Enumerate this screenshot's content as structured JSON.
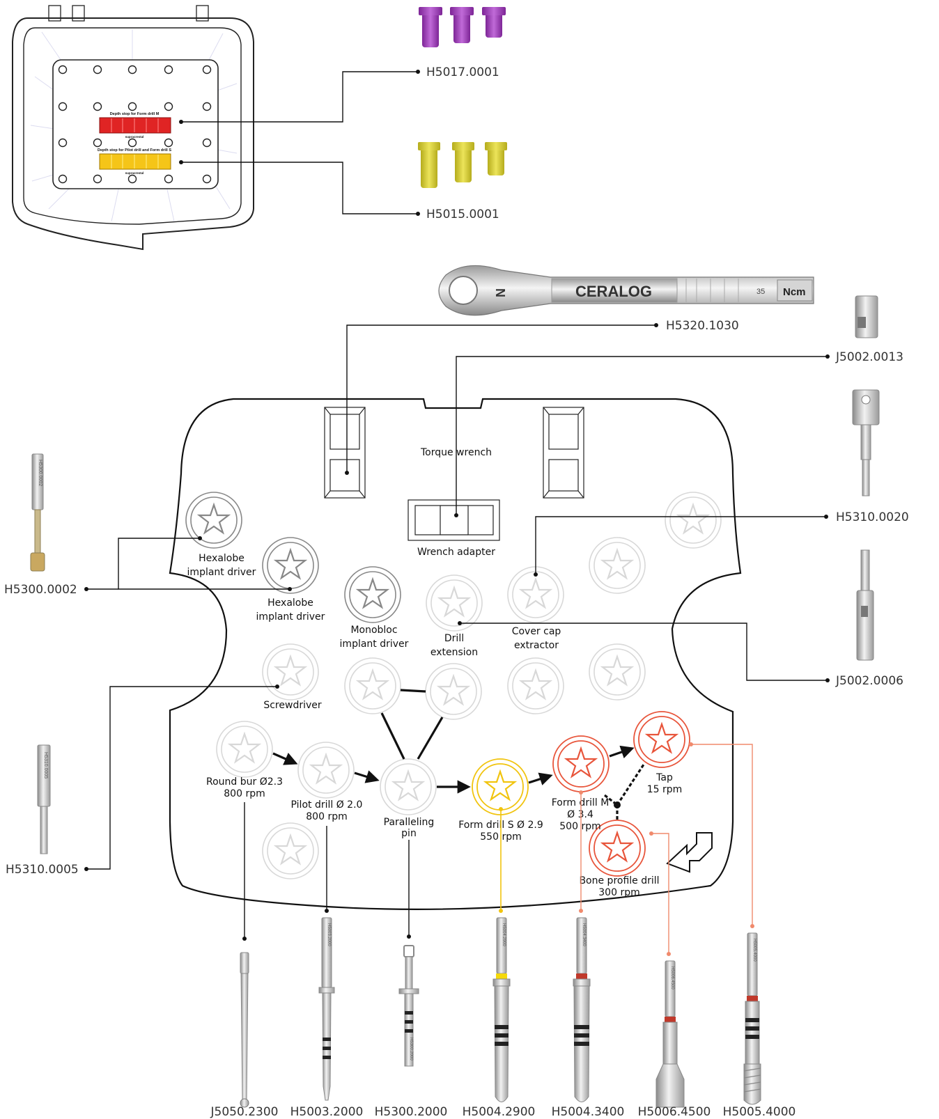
{
  "colors": {
    "line": "#111111",
    "accent_yellow": "#f1c40f",
    "accent_red": "#e8553b",
    "accent_orange": "#f08a6c",
    "purple": "#9b3db8",
    "gold": "#d7cd38",
    "slot_grey": "#cfcfcf",
    "slot_dark": "#888888"
  },
  "cassette": {
    "stop_m_label": "Depth stop for Form drill M",
    "stop_s_label": "Depth stop for Pilot drill and Form drill S",
    "supracrestal_1": "supracrestal",
    "supracrestal_2": "supracrestal"
  },
  "wrench": {
    "brand": "CERALOG",
    "letter": "N",
    "scale": "35",
    "unit": "Ncm"
  },
  "slots": {
    "hexalobe_1": [
      "Hexalobe",
      "implant driver"
    ],
    "hexalobe_2": [
      "Hexalobe",
      "implant driver"
    ],
    "monobloc": [
      "Monobloc",
      "implant driver"
    ],
    "drill_ext": [
      "Drill",
      "extension"
    ],
    "cover_cap": [
      "Cover cap",
      "extractor"
    ],
    "torque_wrench": "Torque wrench",
    "wrench_adapter": "Wrench adapter",
    "screwdriver": "Screwdriver",
    "round_bur": [
      "Round bur Ø2.3",
      "800 rpm"
    ],
    "pilot_drill": [
      "Pilot drill Ø 2.0",
      "800 rpm"
    ],
    "paralleling": [
      "Paralleling",
      "pin"
    ],
    "form_drill_s": [
      "Form drill S Ø 2.9",
      "550 rpm"
    ],
    "form_drill_m": [
      "Form drill M",
      "Ø 3.4",
      "500 rpm"
    ],
    "tap": [
      "Tap",
      "15 rpm"
    ],
    "bone_profile": [
      "Bone profile drill",
      "300 rpm"
    ]
  },
  "codes": {
    "depth_stop_m": "H5017.0001",
    "depth_stop_s": "H5015.0001",
    "torque_wrench": "H5320.1030",
    "wrench_adapter": "J5002.0013",
    "cover_cap": "H5310.0020",
    "hexalobe": "H5300.0002",
    "drill_ext": "J5002.0006",
    "screwdriver": "H5310.0005"
  },
  "bottom_codes": [
    "J5050.2300",
    "H5003.2000",
    "H5300.2000",
    "H5004.2900",
    "H5004.3400",
    "H5006.4500",
    "H5005.4000"
  ],
  "engravings": {
    "hexalobe": "H5300.0002",
    "screwdriver": "H5310.0005",
    "pilot": "H5003.2000",
    "paralleling": "H5300.2000",
    "form_s": "H5004.2900",
    "form_m": "H5004.3400",
    "bone": "H5006.4500",
    "tap": "H5005.4000"
  }
}
